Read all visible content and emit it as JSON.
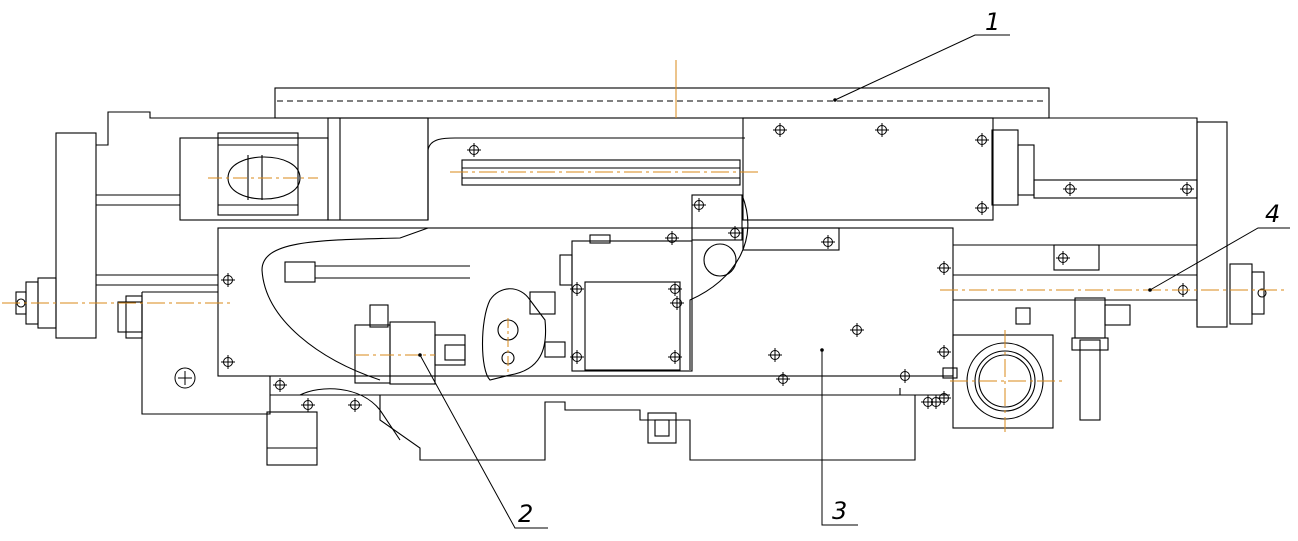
{
  "drawing": {
    "callouts": [
      {
        "id": "callout-1",
        "label": "1"
      },
      {
        "id": "callout-2",
        "label": "2"
      },
      {
        "id": "callout-3",
        "label": "3"
      },
      {
        "id": "callout-4",
        "label": "4"
      }
    ]
  },
  "colors": {
    "line": "#000000",
    "centerline": "#d98a1a",
    "background": "#ffffff"
  }
}
